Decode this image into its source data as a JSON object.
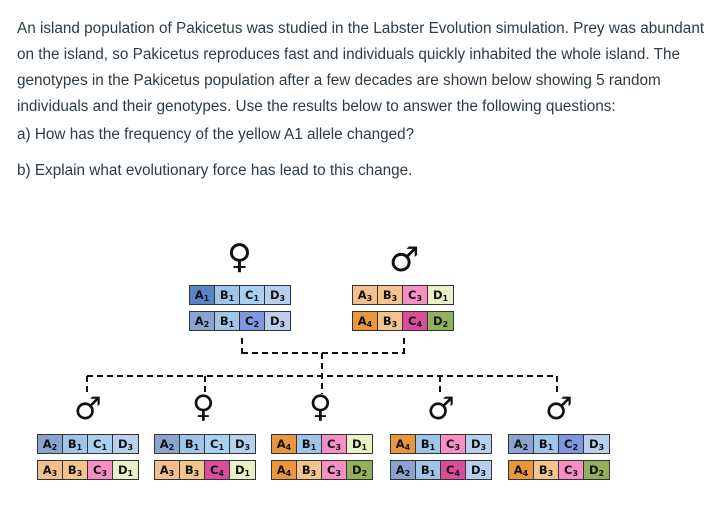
{
  "question": {
    "text": "An island population of Pakicetus was studied in the Labster Evolution simulation. Prey was abundant on the island, so Pakicetus  reproduces fast and individuals quickly inhabited the whole island. The genotypes in the Pakicetus population after a few decades are shown below showing 5 random individuals and their genotypes. Use the results below to answer the following questions:",
    "part_a": "a) How has the frequency of the yellow A1 allele changed?",
    "part_b": "b) Explain what evolutionary force has lead to this change."
  },
  "symbols": {
    "female": "♀",
    "male": "♂"
  },
  "colors": {
    "A1": "#5b84c4",
    "A2": "#8aa4cf",
    "A3": "#f4bf8f",
    "A4": "#e9963d",
    "B1": "#9fc6e9",
    "B3": "#f3c58d",
    "C1": "#a8d0f0",
    "C2": "#7e97e0",
    "C3": "#f58fc4",
    "C4": "#d84e9a",
    "D1": "#e8f0c6",
    "D2": "#93b15a",
    "D3": "#b8cfee"
  },
  "individuals": [
    {
      "id": "parent-female",
      "sex": "female",
      "rows": [
        [
          "A1",
          "B1",
          "C1",
          "D3"
        ],
        [
          "A2",
          "B1",
          "C2",
          "D3"
        ]
      ]
    },
    {
      "id": "parent-male",
      "sex": "male",
      "rows": [
        [
          "A3",
          "B3",
          "C3",
          "D1"
        ],
        [
          "A4",
          "B3",
          "C4",
          "D2"
        ]
      ]
    },
    {
      "id": "child-1",
      "sex": "male",
      "rows": [
        [
          "A2",
          "B1",
          "C1",
          "D3"
        ],
        [
          "A3",
          "B3",
          "C3",
          "D1"
        ]
      ]
    },
    {
      "id": "child-2",
      "sex": "female",
      "rows": [
        [
          "A2",
          "B1",
          "C1",
          "D3"
        ],
        [
          "A3",
          "B3",
          "C4",
          "D1"
        ]
      ]
    },
    {
      "id": "child-3",
      "sex": "female",
      "rows": [
        [
          "A4",
          "B1",
          "C3",
          "D1"
        ],
        [
          "A4",
          "B3",
          "C3",
          "D2"
        ]
      ]
    },
    {
      "id": "child-4",
      "sex": "male",
      "rows": [
        [
          "A4",
          "B1",
          "C3",
          "D3"
        ],
        [
          "A2",
          "B1",
          "C4",
          "D3"
        ]
      ]
    },
    {
      "id": "child-5",
      "sex": "male",
      "rows": [
        [
          "A2",
          "B1",
          "C2",
          "D3"
        ],
        [
          "A4",
          "B3",
          "C3",
          "D2"
        ]
      ]
    }
  ]
}
